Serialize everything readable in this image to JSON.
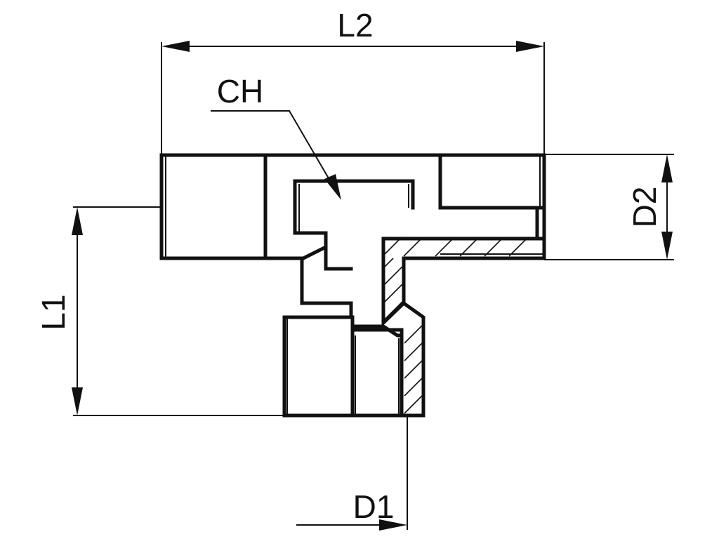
{
  "drawing": {
    "labels": {
      "l2": "L2",
      "ch": "CH",
      "d2": "D2",
      "l1": "L1",
      "d1": "D1"
    },
    "line_color": "#111111",
    "background": "#ffffff"
  }
}
